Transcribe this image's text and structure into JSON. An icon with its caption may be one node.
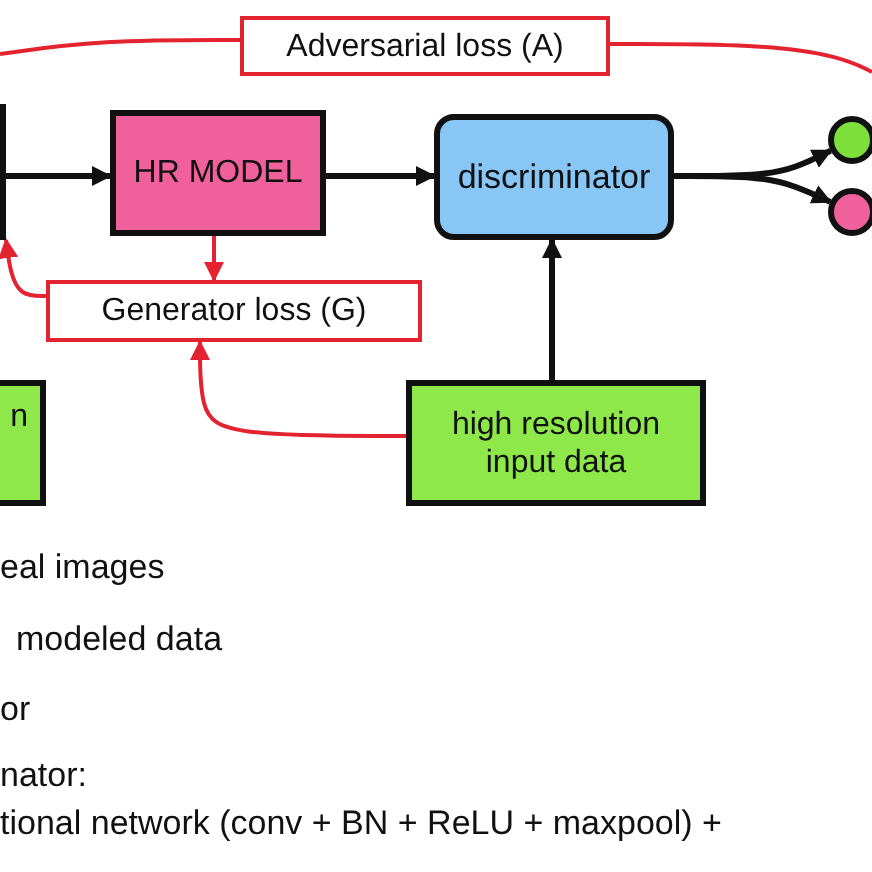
{
  "diagram": {
    "nodes": [
      {
        "text": [],
        "shape": "box"
      },
      {
        "text": [
          "HR MODEL"
        ]
      },
      {
        "text": [
          "discriminator"
        ]
      },
      {
        "text": [],
        "shape": "circle"
      },
      {
        "text": [],
        "shape": "circle"
      },
      {
        "text": [
          "Adversarial loss (A)"
        ]
      },
      {
        "text": [
          "Generator loss (G)"
        ]
      },
      {
        "text": [
          "n"
        ]
      },
      {
        "text": [
          "high resolution input data"
        ]
      }
    ],
    "edges": [
      {
        "from": 0,
        "to": 1,
        "arrow": "to"
      },
      {
        "from": 1,
        "to": 2,
        "arrow": "to"
      },
      {
        "from": 2,
        "to": 3,
        "arrow": "to"
      },
      {
        "from": 2,
        "to": 4,
        "arrow": "to"
      },
      {
        "from": null,
        "to": 5,
        "arrow": "none",
        "color": "#e3232f"
      },
      {
        "from": 5,
        "to": null,
        "arrow": "none",
        "color": "#e3232f"
      },
      {
        "from": 1,
        "to": 6,
        "arrow": "to",
        "color": "#e3232f"
      },
      {
        "from": 6,
        "to": 0,
        "arrow": "to",
        "color": "#e3232f"
      },
      {
        "from": 8,
        "to": 6,
        "arrow": "to",
        "color": "#e3232f"
      },
      {
        "from": 8,
        "to": 2,
        "arrow": "to"
      }
    ],
    "labels": [
      "eal images",
      "modeled data",
      "or",
      "nator:",
      "tional network (conv + BN + ReLU + maxpool) +"
    ]
  }
}
